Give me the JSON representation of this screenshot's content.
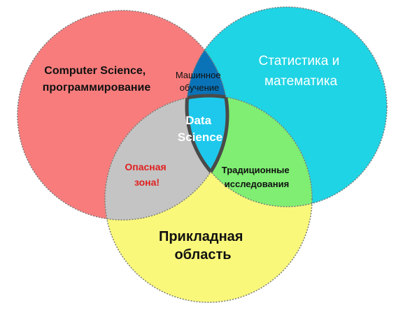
{
  "diagram": {
    "sets": [
      {
        "id": "cs",
        "lines": [
          "Computer Science,",
          "программирование"
        ],
        "color": "#f87c7c"
      },
      {
        "id": "stats",
        "lines": [
          "Статистика и",
          "математика"
        ],
        "color": "#1fd4e4"
      },
      {
        "id": "domain",
        "lines": [
          "Прикладная",
          "область"
        ],
        "color": "#f9f87a"
      }
    ],
    "intersections": [
      {
        "id": "ml",
        "lines": [
          "Машинное",
          "обучение"
        ],
        "color": "#0a73b8"
      },
      {
        "id": "danger",
        "lines": [
          "Опасная",
          "зона!"
        ],
        "color": "#c4c4c4",
        "text_color": "#e02020"
      },
      {
        "id": "traditional",
        "lines": [
          "Традиционные",
          "исследования"
        ],
        "color": "#7fee72"
      },
      {
        "id": "ds",
        "lines": [
          "Data",
          "Science"
        ],
        "color": "#1ec8ec",
        "text_color": "#ffffff"
      }
    ]
  }
}
